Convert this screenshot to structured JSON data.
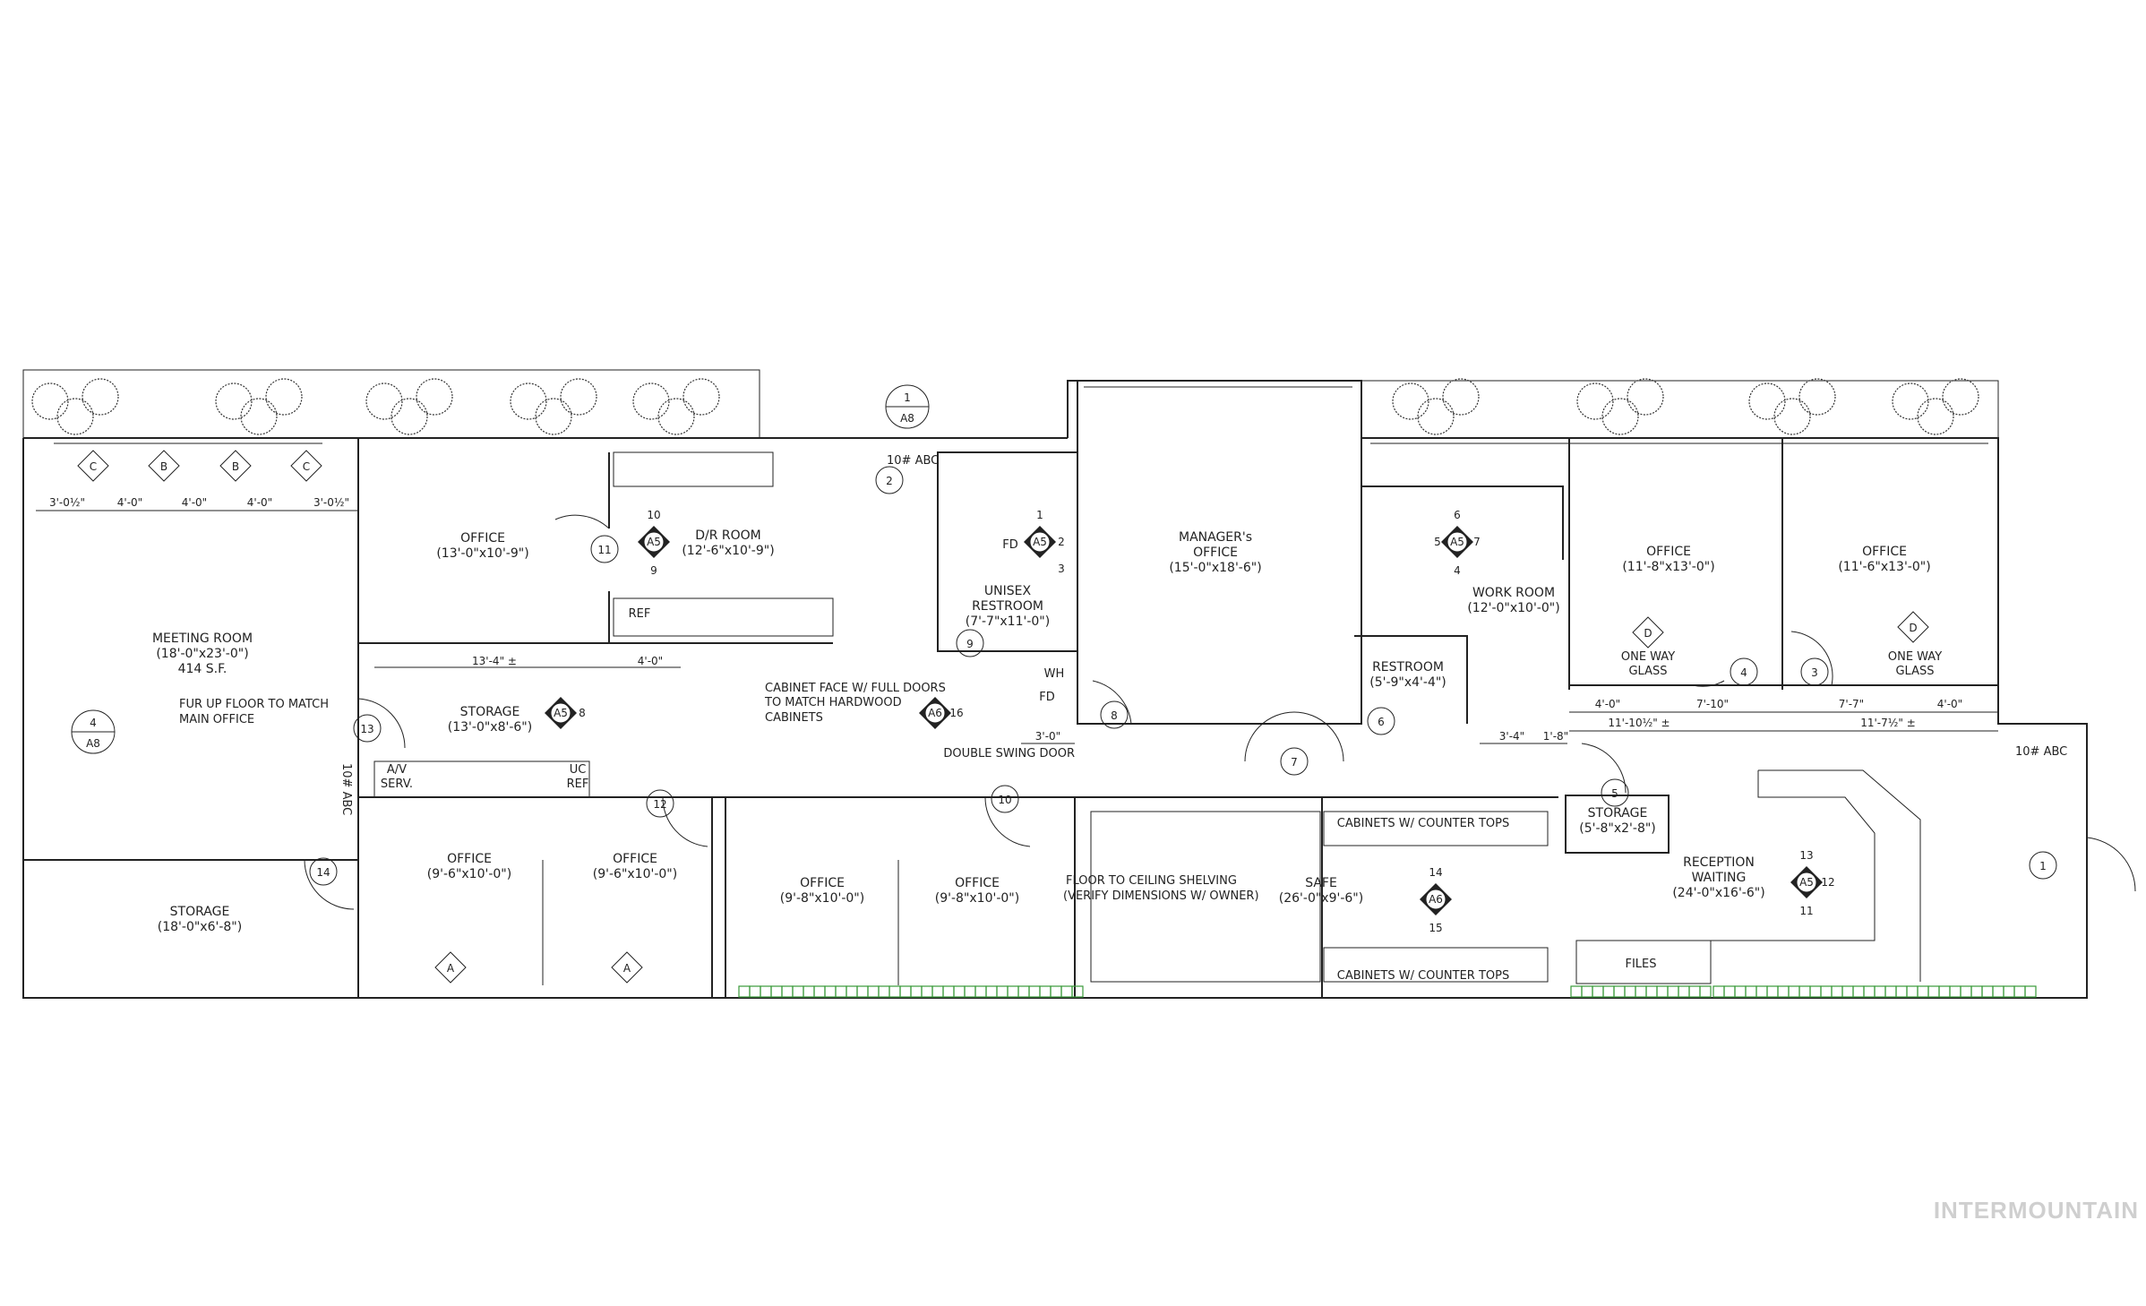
{
  "rooms": [
    {
      "name": "MEETING ROOM",
      "dims": "(18'-0\"x23'-0\")",
      "extra": "414 S.F."
    },
    {
      "name": "STORAGE",
      "dims": "(18'-0\"x6'-8\")"
    },
    {
      "name": "OFFICE",
      "dims": "(13'-0\"x10'-9\")"
    },
    {
      "name": "D/R ROOM",
      "dims": "(12'-6\"x10'-9\")"
    },
    {
      "name": "STORAGE",
      "dims": "(13'-0\"x8'-6\")"
    },
    {
      "name": "UNISEX",
      "name2": "RESTROOM",
      "dims": "(7'-7\"x11'-0\")"
    },
    {
      "name": "MANAGER's",
      "name2": "OFFICE",
      "dims": "(15'-0\"x18'-6\")"
    },
    {
      "name": "WORK ROOM",
      "dims": "(12'-0\"x10'-0\")"
    },
    {
      "name": "RESTROOM",
      "dims": "(5'-9\"x4'-4\")"
    },
    {
      "name": "OFFICE",
      "dims": "(11'-8\"x13'-0\")"
    },
    {
      "name": "OFFICE",
      "dims": "(11'-6\"x13'-0\")"
    },
    {
      "name": "STORAGE",
      "dims": "(5'-8\"x2'-8\")"
    },
    {
      "name": "RECEPTION",
      "name2": "WAITING",
      "dims": "(24'-0\"x16'-6\")"
    },
    {
      "name": "SAFE",
      "dims": "(26'-0\"x9'-6\")"
    },
    {
      "name": "OFFICE",
      "dims": "(9'-6\"x10'-0\")"
    },
    {
      "name": "OFFICE",
      "dims": "(9'-6\"x10'-0\")"
    },
    {
      "name": "OFFICE",
      "dims": "(9'-8\"x10'-0\")"
    },
    {
      "name": "OFFICE",
      "dims": "(9'-8\"x10'-0\")"
    }
  ],
  "notes": [
    "FUR UP FLOOR TO MATCH",
    "MAIN OFFICE",
    "CABINET FACE W/ FULL DOORS",
    "TO MATCH HARDWOOD",
    "CABINETS",
    "DOUBLE SWING DOOR",
    "FLOOR TO CEILING SHELVING",
    "(VERIFY DIMENSIONS W/ OWNER)",
    "CABINETS W/ COUNTER TOPS",
    "CABINETS W/ COUNTER TOPS",
    "ONE WAY",
    "GLASS",
    "ONE WAY",
    "GLASS",
    "FILES",
    "REF",
    "A/V",
    "SERV.",
    "UC",
    "REF",
    "WH",
    "FD",
    "FD",
    "10# ABC",
    "10# ABC",
    "10# ABC"
  ],
  "dimensions": [
    "3'-0½\"",
    "4'-0\"",
    "4'-0\"",
    "4'-0\"",
    "3'-0½\"",
    "13'-4\" ±",
    "4'-0\"",
    "3'-0\"",
    "3'-4\"",
    "1'-8\"",
    "4'-0\"",
    "7'-10\"",
    "7'-7\"",
    "4'-0\"",
    "11'-10½\" ±",
    "11'-7½\" ±"
  ],
  "doors": [
    "1",
    "2",
    "3",
    "4",
    "5",
    "6",
    "7",
    "8",
    "9",
    "10",
    "11",
    "12",
    "13",
    "14"
  ],
  "window_tags": [
    "C",
    "B",
    "B",
    "C",
    "A",
    "A",
    "D",
    "D"
  ],
  "section_markers": [
    {
      "num": "1",
      "sheet": "A8"
    },
    {
      "num": "4",
      "sheet": "A8"
    }
  ],
  "elevation_markers": [
    {
      "sheet": "A5",
      "nums": [
        "10",
        "9"
      ]
    },
    {
      "sheet": "A5",
      "nums": [
        "1",
        "2",
        "3"
      ]
    },
    {
      "sheet": "A5",
      "nums": [
        "8"
      ]
    },
    {
      "sheet": "A5",
      "nums": [
        "6",
        "5",
        "7",
        "4"
      ]
    },
    {
      "sheet": "A5",
      "nums": [
        "13",
        "12",
        "11"
      ]
    },
    {
      "sheet": "A6",
      "nums": [
        "16"
      ]
    },
    {
      "sheet": "A6",
      "nums": [
        "14",
        "15"
      ]
    }
  ],
  "watermark": "INTERMOUNTAIN",
  "colors": {
    "lines": "#222222",
    "window_green": "#3a9a3a",
    "watermark": "#cfcfcf"
  }
}
